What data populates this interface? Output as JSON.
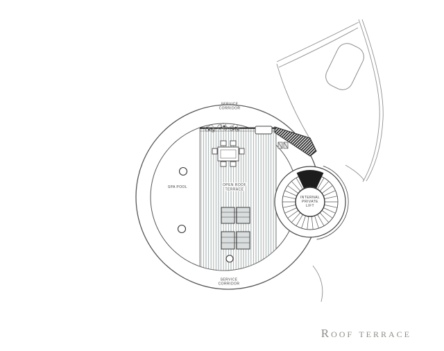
{
  "title": {
    "text": "Roof terrace"
  },
  "colors": {
    "title": "#8d8d86",
    "linework": "#4a4a4a",
    "deck_stripe": "#a8b0b0",
    "landing_fill": "#1d1d1d"
  },
  "labels": {
    "service_corridor_top": [
      "SERVICE",
      "CORRIDOR"
    ],
    "open_roof_terrace": [
      "OPEN ROOF",
      "TERRACE"
    ],
    "spa_pool": "SPA POOL",
    "internal_private_lift": [
      "INTERNAL",
      "PRIVATE",
      "LIFT"
    ],
    "service_corridor_bottom": [
      "SERVICE",
      "CORRIDOR"
    ]
  }
}
